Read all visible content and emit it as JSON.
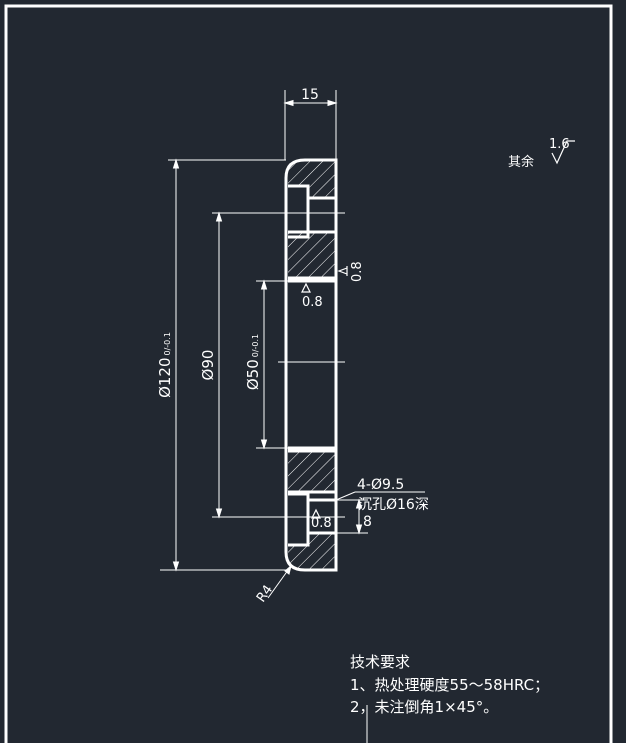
{
  "colors": {
    "background": "#222831",
    "frame": "#ffffff",
    "lines": "#ffffff"
  },
  "dimensions": {
    "width_top": "15",
    "outer_diameter": "Ø120",
    "outer_tol": "0/-0.1",
    "bolt_circle": "Ø90",
    "bore_diameter": "Ø50",
    "bore_tol": "0/-0.1",
    "radius": "R4",
    "counterbore_depth": "8"
  },
  "holes": {
    "spec": "4-Ø9.5",
    "counterbore": "沉孔Ø16深"
  },
  "roughness": {
    "other_label": "其余",
    "other_value": "1.6",
    "face_value": "0.8",
    "bore_value": "0.8",
    "hole_value": "0.8"
  },
  "notes": {
    "title": "技术要求",
    "item1": "1、热处理硬度55～58HRC；",
    "item2": "2，未注倒角1×45°。"
  }
}
